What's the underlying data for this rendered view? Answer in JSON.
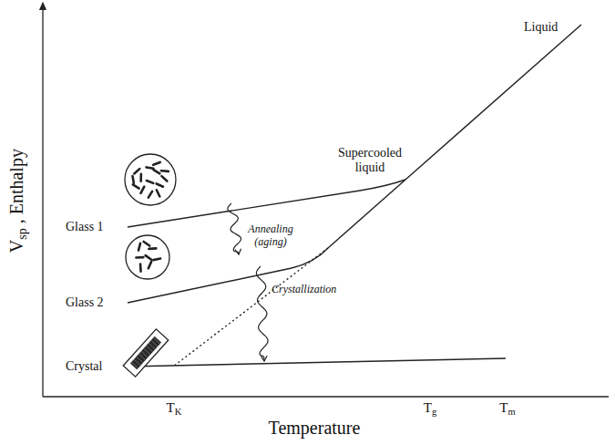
{
  "diagram": {
    "labels": [
      "Liquid",
      "Supercooled liquid",
      "Glass 1",
      "Glass 2",
      "Crystal",
      "Annealing (aging)",
      "Crystallization",
      "TK",
      "Tg",
      "Tm",
      "Temperature",
      "Vsp , Enthalpy"
    ]
  }
}
